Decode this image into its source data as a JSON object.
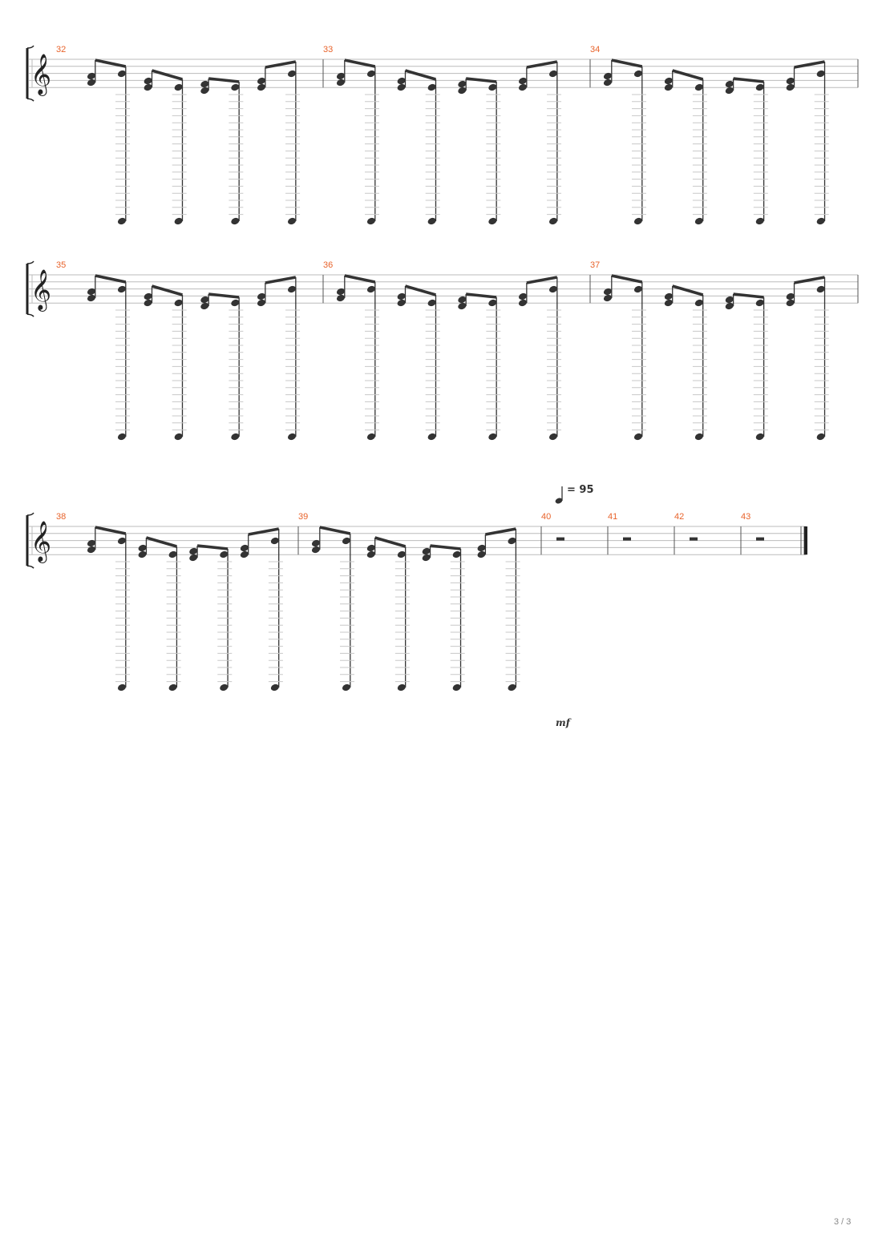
{
  "page": {
    "number_label": "3 / 3"
  },
  "colors": {
    "measure_number": "#e8632b",
    "ink": "#333333",
    "staff_line": "#bbbbbb",
    "ledger": "#c8c8c8"
  },
  "score": {
    "clef": "treble-clef",
    "systems": [
      {
        "measures": [
          {
            "number": "32",
            "content": "chord-eighths",
            "beams": 4
          },
          {
            "number": "33",
            "content": "chord-eighths",
            "beams": 4
          },
          {
            "number": "34",
            "content": "chord-eighths",
            "beams": 4
          }
        ]
      },
      {
        "measures": [
          {
            "number": "35",
            "content": "chord-eighths",
            "beams": 4
          },
          {
            "number": "36",
            "content": "chord-eighths",
            "beams": 4
          },
          {
            "number": "37",
            "content": "chord-eighths",
            "beams": 4
          }
        ]
      },
      {
        "measures": [
          {
            "number": "38",
            "content": "chord-eighths",
            "beams": 4
          },
          {
            "number": "39",
            "content": "chord-eighths",
            "beams": 4
          },
          {
            "number": "40",
            "content": "half-rest"
          },
          {
            "number": "41",
            "content": "half-rest"
          },
          {
            "number": "42",
            "content": "half-rest"
          },
          {
            "number": "43",
            "content": "half-rest"
          }
        ],
        "tempo": {
          "value": "= 95",
          "at_measure": "40"
        },
        "dynamic": {
          "text": "mf",
          "at_measure": "40"
        },
        "final_barline": true
      }
    ]
  }
}
